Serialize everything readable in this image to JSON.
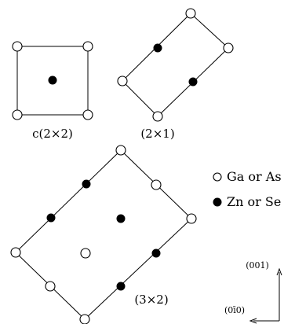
{
  "cells": [
    {
      "id": "c2x2",
      "label": "c(2×2)"
    },
    {
      "id": "2x1",
      "label": "(2×1)"
    },
    {
      "id": "3x2",
      "label": "(3×2)"
    }
  ],
  "legend": {
    "open_atom_label": "Ga or As",
    "filled_atom_label": "Zn or Se"
  },
  "axes": {
    "vertical_label": "(001)",
    "horizontal_label": "(0ī0)"
  }
}
